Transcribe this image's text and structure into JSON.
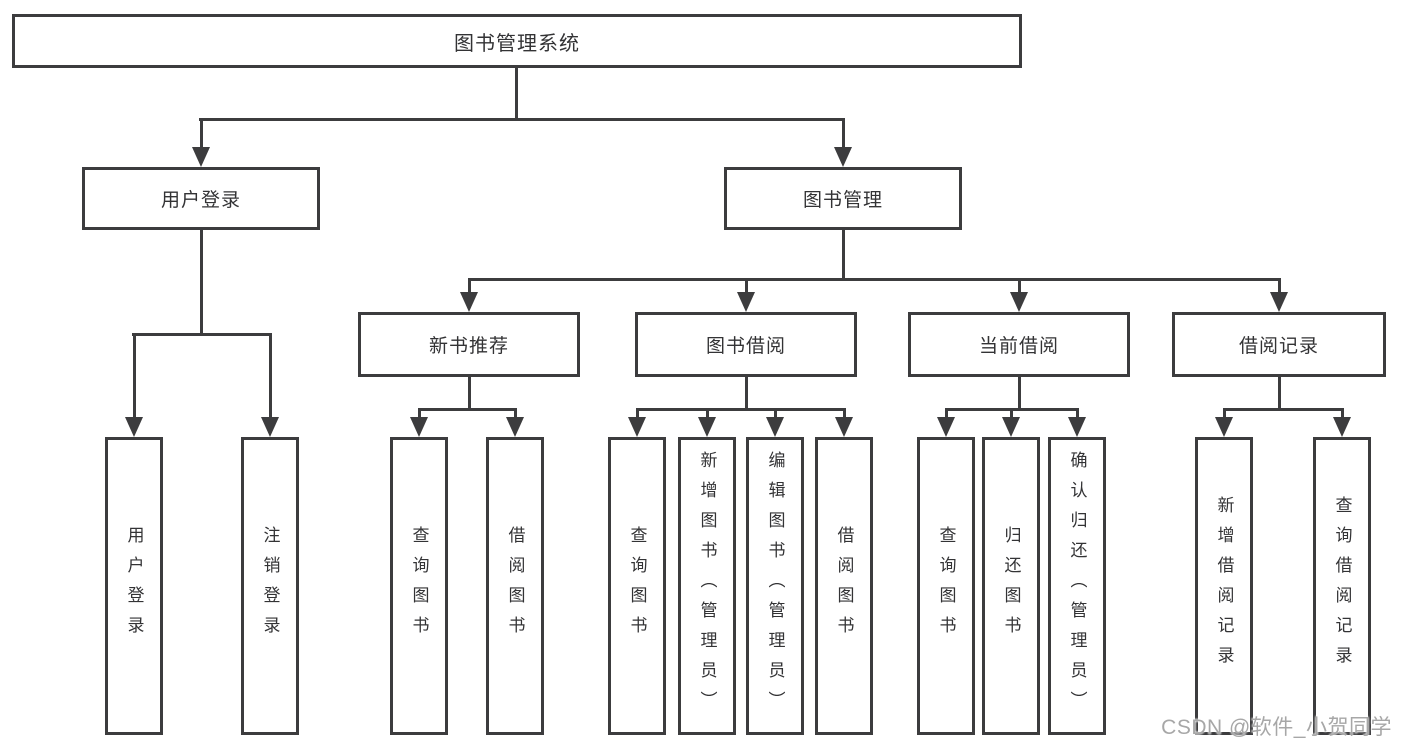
{
  "diagram": {
    "root": {
      "label": "图书管理系统"
    },
    "branches": [
      {
        "label": "用户登录",
        "children": [
          {
            "label": "用户登录"
          },
          {
            "label": "注销登录"
          }
        ]
      },
      {
        "label": "图书管理",
        "children": [
          {
            "label": "新书推荐",
            "children": [
              {
                "label": "查询图书"
              },
              {
                "label": "借阅图书"
              }
            ]
          },
          {
            "label": "图书借阅",
            "children": [
              {
                "label": "查询图书"
              },
              {
                "label": "新增图书（管理员）"
              },
              {
                "label": "编辑图书（管理员）"
              },
              {
                "label": "借阅图书"
              }
            ]
          },
          {
            "label": "当前借阅",
            "children": [
              {
                "label": "查询图书"
              },
              {
                "label": "归还图书"
              },
              {
                "label": "确认归还（管理员）"
              }
            ]
          },
          {
            "label": "借阅记录",
            "children": [
              {
                "label": "新增借阅记录"
              },
              {
                "label": "查询借阅记录"
              }
            ]
          }
        ]
      }
    ],
    "watermark": "CSDN @软件_小贺同学",
    "colors": {
      "line": "#3c3c3e",
      "text": "#333335",
      "watermark": "#a7a7a7",
      "background": "#ffffff"
    }
  }
}
